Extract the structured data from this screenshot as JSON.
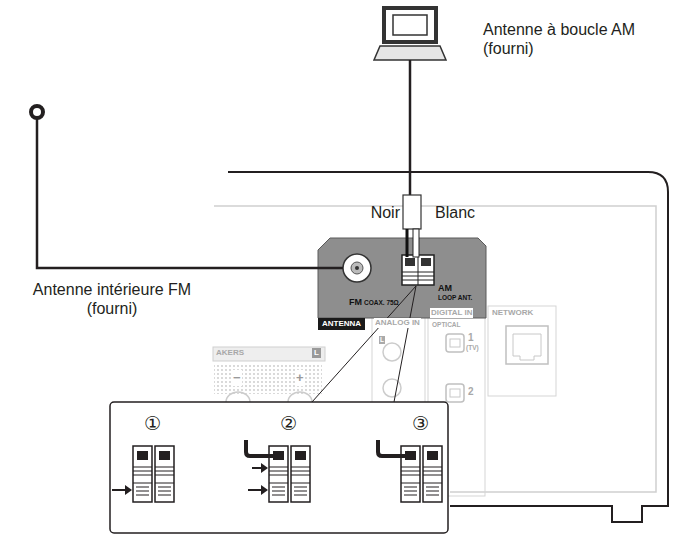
{
  "diagram": {
    "labels": [
      "Antenne à boucle AM (fourni)",
      "Noir",
      "Blanc",
      "Antenne intérieure FM (fourni)",
      "FM",
      "COAX. 75Ω",
      "AM",
      "LOOP ANT.",
      "ANTENNA",
      "ANALOG IN",
      "DIGITAL IN",
      "OPTICAL",
      "1",
      "(TV)",
      "2",
      "NETWORK",
      "AKERS",
      "L",
      "L",
      "−",
      "+",
      "①",
      "②",
      "③"
    ]
  }
}
